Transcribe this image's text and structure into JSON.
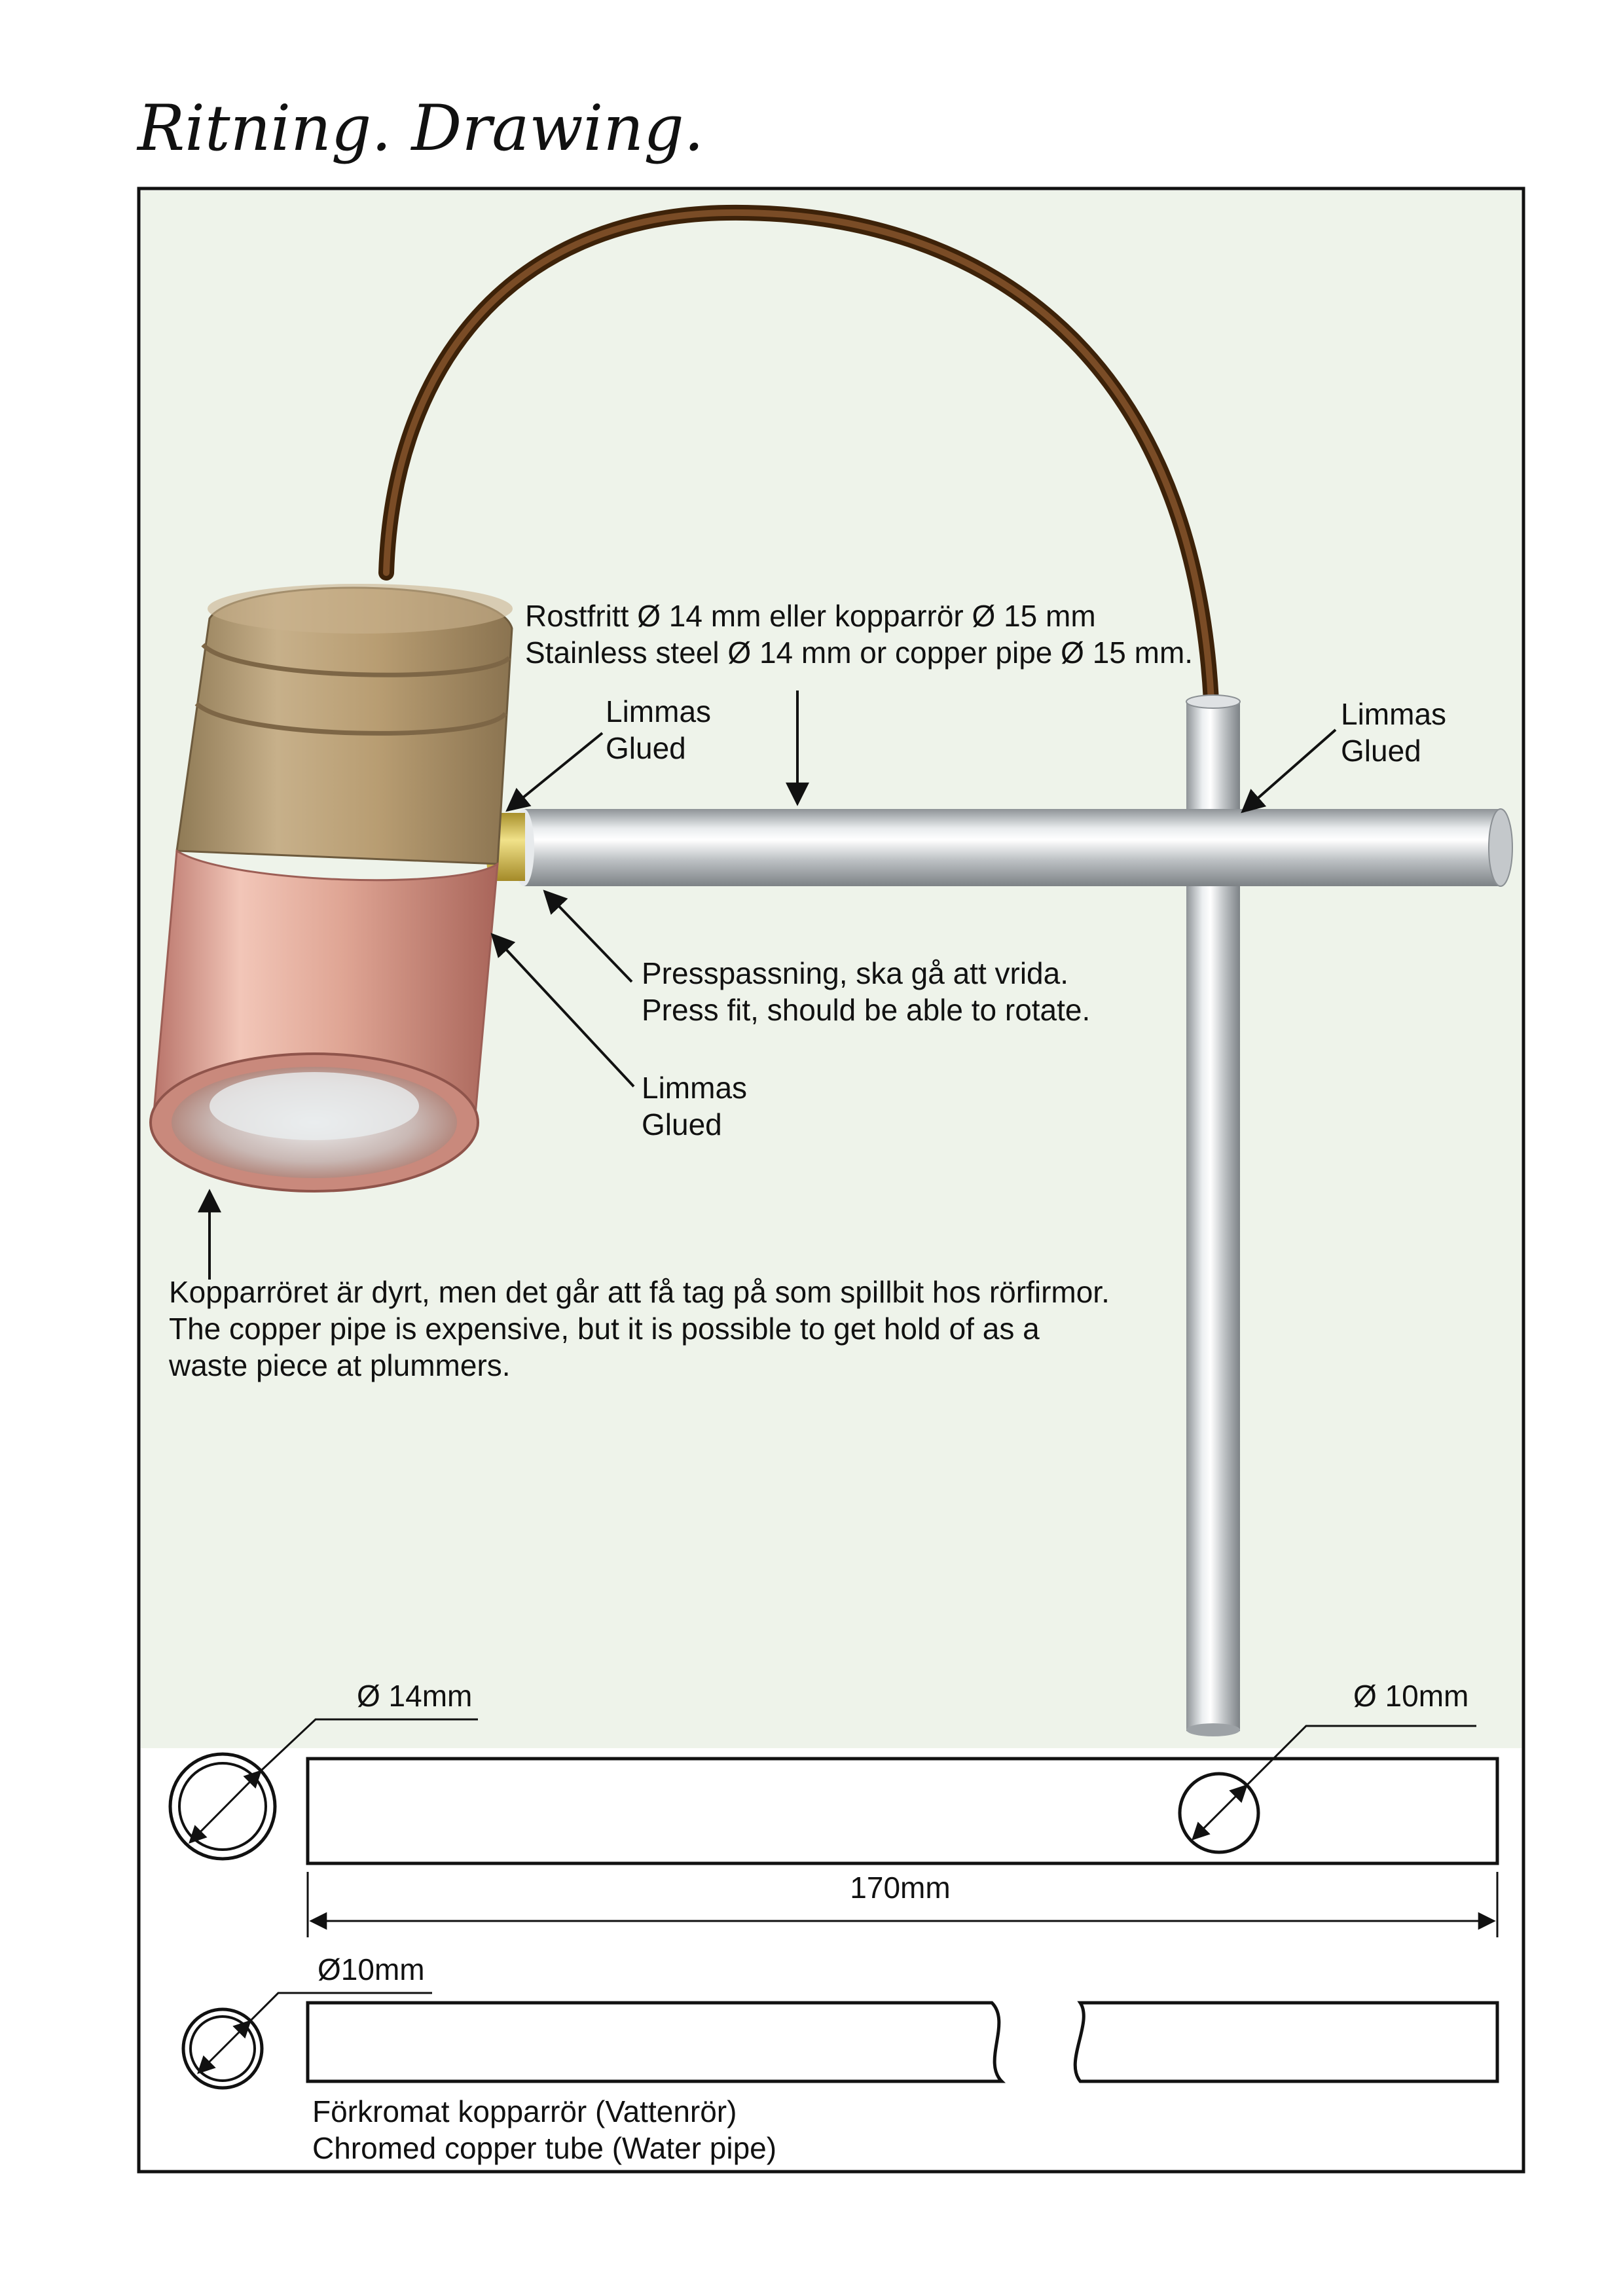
{
  "title": "Ritning. Drawing.",
  "labels": {
    "rostfritt_sv": "Rostfritt Ø 14 mm eller kopparrör Ø 15 mm",
    "rostfritt_en": "Stainless steel Ø 14 mm or copper pipe Ø 15 mm.",
    "glued_left_sv": "Limmas",
    "glued_left_en": "Glued",
    "glued_right_sv": "Limmas",
    "glued_right_en": "Glued",
    "press_sv": "Presspassning, ska gå att vrida.",
    "press_en": "Press fit, should be able to rotate.",
    "glued_lower_sv": "Limmas",
    "glued_lower_en": "Glued",
    "copper_line1": "Kopparröret är dyrt, men det går att få tag på som spillbit hos rörfirmor.",
    "copper_line2": "The copper pipe is expensive, but it is possible to get hold of as a",
    "copper_line3": "waste piece at plummers."
  },
  "dimensions": {
    "d14": "Ø 14mm",
    "d10": "Ø 10mm",
    "length": "170mm",
    "d10b": "Ø10mm"
  },
  "tube_caption": {
    "sv": "Förkromat kopparrör (Vattenrör)",
    "en": "Chromed copper tube (Water pipe)"
  },
  "colors": {
    "panel": "#eef3ea",
    "cable": "#5a3416",
    "wood": "#b49a6e",
    "copper": "#dca08c",
    "steel": "#c9cccf",
    "brass": "#d8c45a"
  }
}
